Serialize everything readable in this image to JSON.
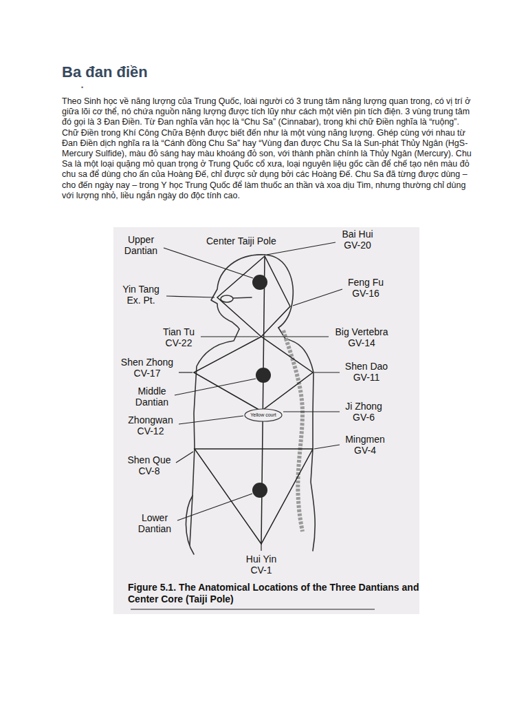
{
  "diagram": {
    "title": "Ba đan điền",
    "caption": "Figure 5.1. The Anatomical Locations of the Three Dantians and Center Core (Taiji Pole)",
    "labels": [
      "•",
      "Theo Sinh học về năng lượng của Trung Quốc, loài người có 3 trung tâm năng lượng quan trong, có vị trí ở giữa lõi cơ thể, nó chứa nguồn năng lượng được tích lũy như cách một viên pin tích điện. 3 vùng trung tâm đó gọi là 3 Đan Điền. Từ Đan nghĩa văn học là “Chu Sa” (Cinnabar), trong khi chữ Điền nghĩa là “ruộng”. Chữ Điền trong Khí Công Chữa Bệnh được biết đến như là một vùng năng lượng. Ghép cùng với nhau từ Đan Điền dịch nghĩa ra là “Cánh đồng Chu Sa” hay “Vùng đan được Chu Sa là Sun-phát Thủy Ngân (HgS-Mercury Sulfide), màu đỏ sáng hay màu khoáng đỏ son, với thành phần chính là Thủy Ngân (Mercury). Chu Sa là một loại quặng mỏ quan trọng ở Trung Quốc cổ xưa, loại nguyên liệu gốc cần để chế tạo nên màu đỏ chu sa để dùng cho ấn của Hoàng Đế, chỉ được sử dụng bởi các Hoàng Đế. Chu Sa đã từng được dùng – cho đến ngày nay – trong Y học Trung Quốc để làm thuốc an thần và xoa dịu Tim, nhưng thường chỉ dùng với lượng nhỏ, liều ngắn ngày do độc tính cao.",
      "Upper Dantian",
      "Center Taiji Pole",
      "Bai Hui GV-20",
      "Yin Tang Ex. Pt.",
      "Feng Fu GV-16",
      "Tian Tu CV-22",
      "Big Vertebra GV-14",
      "Shen Zhong CV-17",
      "Shen Dao GV-11",
      "Middle Dantian",
      "Yellow court",
      "Zhongwan CV-12",
      "Ji Zhong GV-6",
      "Mingmen GV-4",
      "Shen Que CV-8",
      "Lower Dantian",
      "Hui Yin CV-1"
    ]
  }
}
